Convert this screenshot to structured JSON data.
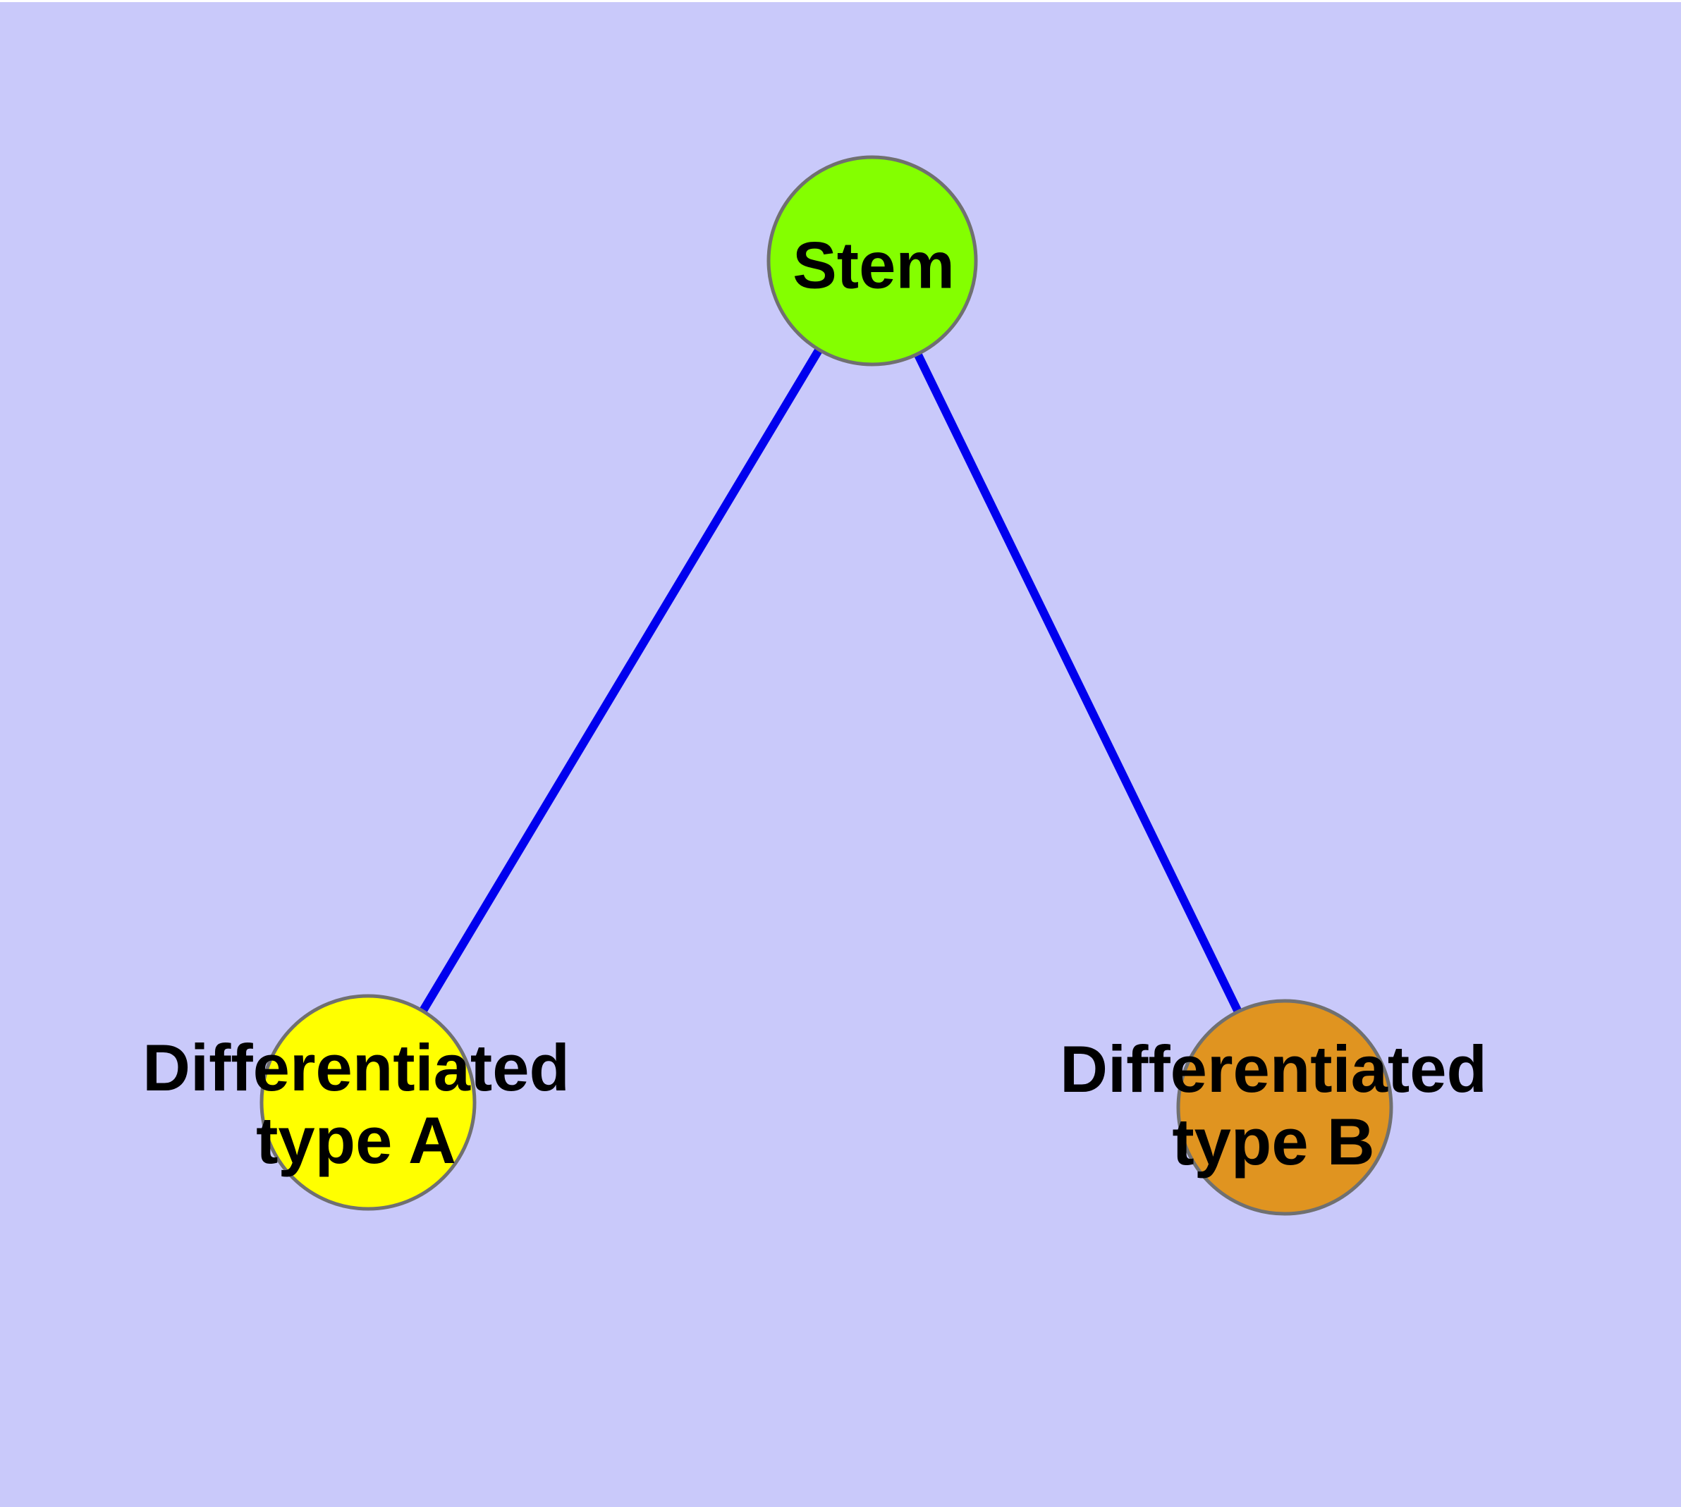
{
  "diagram": {
    "background_color": "#C9C9FA",
    "top_margin_color": "#FFFFFF",
    "edge_color": "#0000EE",
    "node_border_color": "#707070",
    "label_color": "#000000",
    "nodes": [
      {
        "id": "stem",
        "label": "Stem",
        "color": "#84FF00"
      },
      {
        "id": "differentiated-type-a",
        "label": "Differentiated\ntype A",
        "color": "#FFFF00"
      },
      {
        "id": "differentiated-type-b",
        "label": "Differentiated\ntype B",
        "color": "#E09420"
      }
    ],
    "edges": [
      {
        "from": "stem",
        "to": "differentiated-type-a"
      },
      {
        "from": "stem",
        "to": "differentiated-type-b"
      }
    ]
  }
}
